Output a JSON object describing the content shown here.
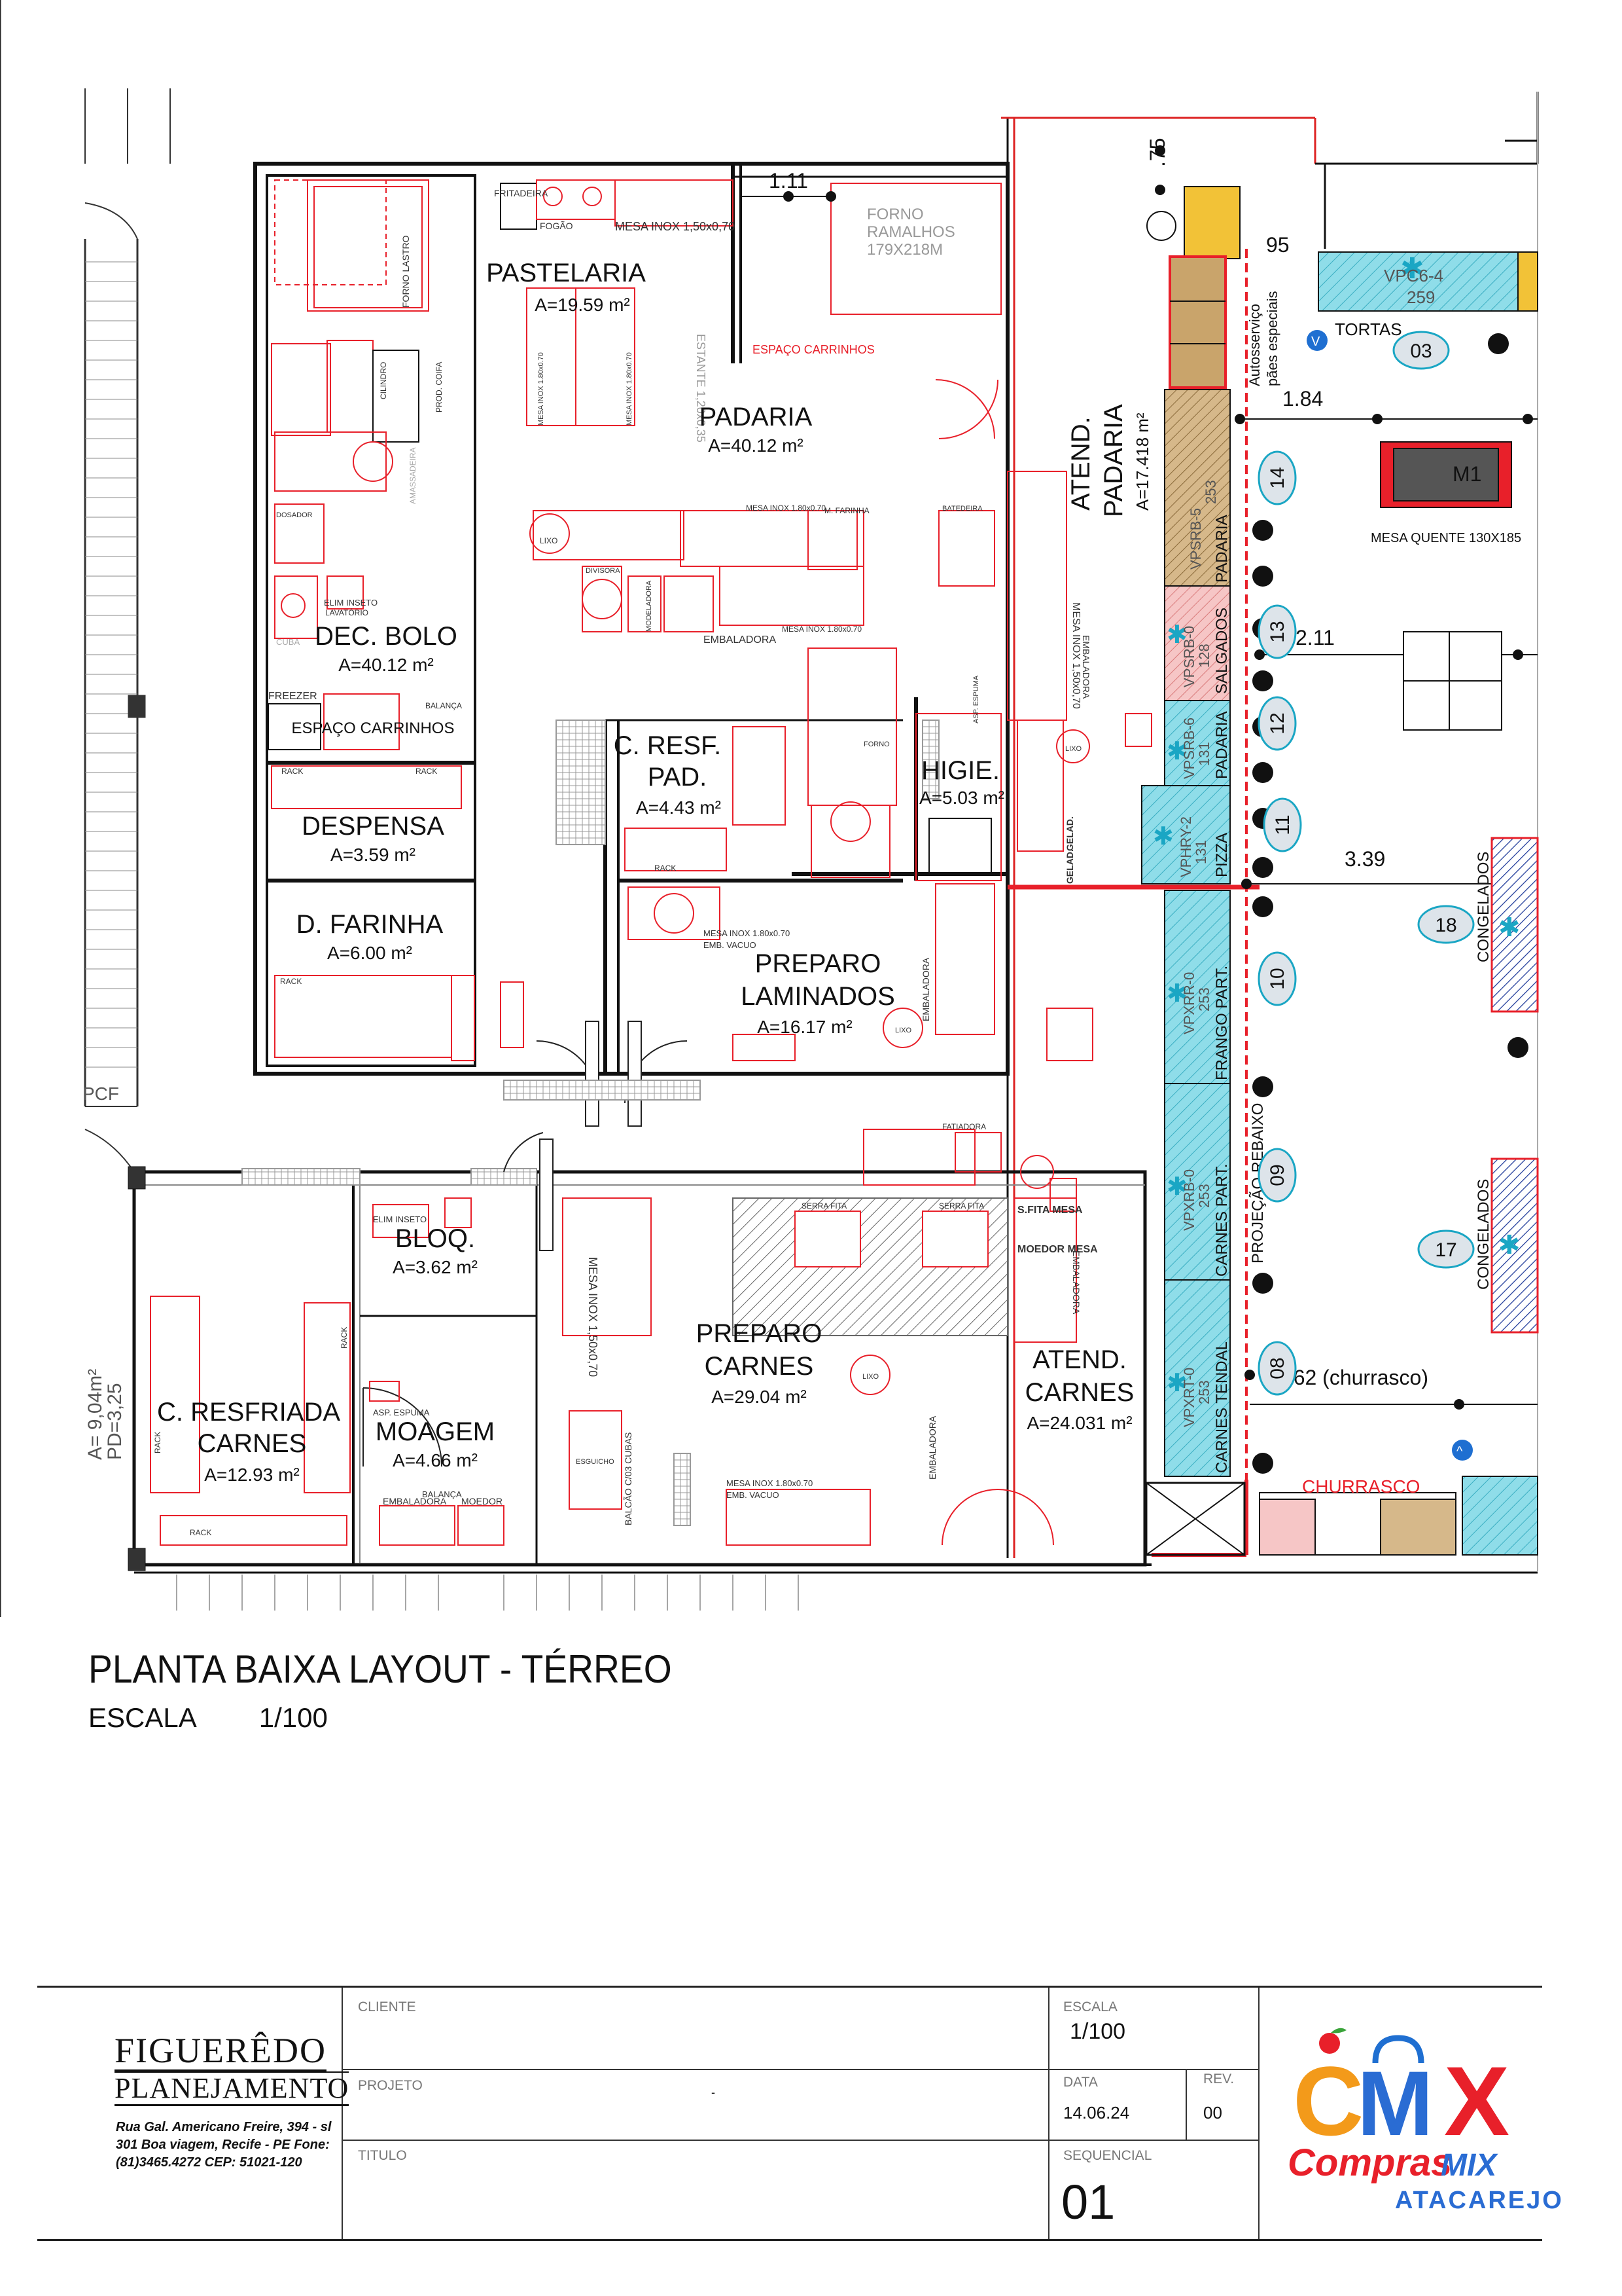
{
  "plan": {
    "rooms": [
      {
        "id": "pastelaria",
        "name": "PASTELARIA",
        "area": "A=19.59 m²"
      },
      {
        "id": "padaria",
        "name": "PADARIA",
        "area": "A=40.12 m²"
      },
      {
        "id": "dec-bolo",
        "name": "DEC. BOLO",
        "area": "A=40.12 m²"
      },
      {
        "id": "despensa",
        "name": "DESPENSA",
        "area": "A=3.59 m²"
      },
      {
        "id": "d-farinha",
        "name": "D. FARINHA",
        "area": "A=6.00 m²"
      },
      {
        "id": "c-resf-pad",
        "name": "C. RESF.",
        "name2": "PAD.",
        "area": "A=4.43 m²"
      },
      {
        "id": "higie",
        "name": "HIGIE.",
        "area": "A=5.03 m²"
      },
      {
        "id": "preparo-laminados",
        "name": "PREPARO",
        "name2": "LAMINADOS",
        "area": "A=16.17 m²"
      },
      {
        "id": "bloq",
        "name": "BLOQ.",
        "area": "A=3.62 m²"
      },
      {
        "id": "moagem",
        "name": "MOAGEM",
        "area": "A=4.66 m²"
      },
      {
        "id": "c-resfriada-carnes",
        "name": "C. RESFRIADA",
        "name2": "CARNES",
        "area": "A=12.93 m²"
      },
      {
        "id": "preparo-carnes",
        "name": "PREPARO",
        "name2": "CARNES",
        "area": "A=29.04 m²"
      },
      {
        "id": "atend-carnes",
        "name": "ATEND.",
        "name2": "CARNES",
        "area": "A=24.031 m²"
      },
      {
        "id": "atend-padaria",
        "name": "ATEND.",
        "name2": "PADARIA",
        "area": "A=17.418 m²"
      }
    ],
    "equipment_labels": {
      "fritadeira": "FRITADEIRA",
      "fogao": "FOGÃO",
      "mesa_inox_150": "MESA INOX 1,50x0,70",
      "forno_ramalhos": "FORNO",
      "forno_ramalhos2": "RAMALHOS",
      "forno_ramalhos3": "179X218M",
      "estante": "ESTANTE 1,20x0,35",
      "espaco_carrinhos": "ESPAÇO CARRINHOS",
      "espaco_carrinhos2": "ESPAÇO CARRINHOS",
      "forno_lastro": "FORNO LASTRO",
      "cilindro": "CILINDRO",
      "prod_coifa": "PROD. COIFA",
      "amassadeira": "AMASSADEIRA",
      "dosador": "DOSADOR",
      "elim_inseto": "ELIM INSETO",
      "lavatorio": "LAVATÓRIO",
      "cuba": "CUBA",
      "freezer": "FREEZER",
      "balanca": "BALANÇA",
      "rack": "RACK",
      "lixo": "LIXO",
      "divisora": "DIVISORA",
      "modeladora": "MODELADORA",
      "embaladora": "EMBALADORA",
      "mesa_inox_180": "MESA INOX 1.80x0.70",
      "m_farinha": "M. FARINHA",
      "batedeira": "BATEDEIRA",
      "asp_espuma": "ASP. ESPUMA",
      "forno": "FORNO",
      "gelad": "GELAD.",
      "emb_vacuo": "EMB. VACUO",
      "fatiadora": "FATIADORA",
      "serra_fita": "SERRA FITA",
      "s_fita_mesa": "S.FITA MESA",
      "moedor_mesa": "MOEDOR MESA",
      "moedor": "MOEDOR",
      "balcao_cubas": "BALCÃO C/03 CUBAS",
      "esguicho": "ESGUICHO",
      "tortas": "TORTAS",
      "mesa_quente": "MESA QUENTE 130X185",
      "m1": "M1",
      "autosservico": "Autosserviço",
      "paes_especiais": "pães especiais",
      "churrasco": "CHURRASCO",
      "congelados": "CONGELADOS",
      "projecao": "PROJEÇÃO REBAIXO",
      "pcf": "PCF"
    },
    "counters": [
      {
        "code": "VPC6-4",
        "len": "259"
      },
      {
        "code": "VPSRB-5",
        "len": "253",
        "label": "PADARIA"
      },
      {
        "code": "VPSRB-0",
        "len": "128",
        "label": "SALGADOS"
      },
      {
        "code": "VPSRB-6",
        "len": "131",
        "label": "PADARIA"
      },
      {
        "code": "VPHRY-2",
        "len": "131",
        "label": "PIZZA"
      },
      {
        "code": "VPXRR-0",
        "len": "253",
        "label": "FRANGO PART."
      },
      {
        "code": "VPXRB-0",
        "len": "253",
        "label": "CARNES PART."
      },
      {
        "code": "VPXRT-0",
        "len": "253",
        "label": "CARNES TENDAL"
      }
    ],
    "markers": [
      "03",
      "14",
      "13",
      "12",
      "11",
      "10",
      "09",
      "08",
      "18",
      "17"
    ],
    "dimensions": {
      "d75": ".75",
      "d111": "1.11",
      "d95": "95",
      "d184": "1.84",
      "d211": "2.11",
      "d339": "3.39",
      "d262": "2.62 (churrasco)"
    },
    "area_note": "A=  9,04m²",
    "pd_note": "PD=3,25",
    "colors": {
      "wall": "#111111",
      "equipment": "#e8202a",
      "counter_blue": "#7fd6e6",
      "counter_tan": "#c8a878",
      "counter_pink": "#f2b7b8",
      "accent_blue": "#1f6fd1"
    }
  },
  "title": {
    "main": "PLANTA BAIXA LAYOUT - TÉRREO",
    "scale_label": "ESCALA",
    "scale_value": "1/100"
  },
  "titleblock": {
    "firm_name": "FIGUERÊDO",
    "firm_sub": "PLANEJAMENTO",
    "address": "Rua Gal. Americano Freire, 394 - sl 301 Boa viagem, Recife - PE Fone: (81)3465.4272 CEP: 51021-120",
    "cliente_label": "CLIENTE",
    "projeto_label": "PROJETO",
    "projeto_value": "-",
    "titulo_label": "TITULO",
    "escala_label": "ESCALA",
    "escala_value": "1/100",
    "data_label": "DATA",
    "data_value": "14.06.24",
    "rev_label": "REV.",
    "rev_value": "00",
    "sequencial_label": "SEQUENCIAL",
    "sequencial_value": "01"
  },
  "logo": {
    "letters": "CMX",
    "brand1": "Compras",
    "brand2": "MIX",
    "tagline": "ATACAREJO"
  }
}
